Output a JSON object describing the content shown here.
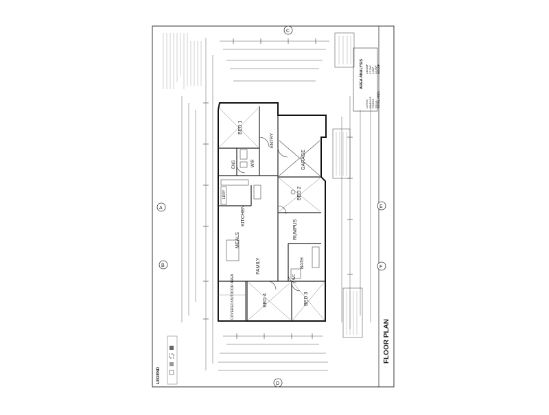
{
  "title_block": {
    "title": "FLOOR PLAN"
  },
  "legend": {
    "title": "LEGEND"
  },
  "area_analysis": {
    "title": "AREA ANALYSIS",
    "rows": [
      {
        "label": "LIVING",
        "value": "148.8M²"
      },
      {
        "label": "GARAGE",
        "value": "37.2M²"
      },
      {
        "label": "PORCH",
        "value": "1.8M²"
      },
      {
        "label": "O.D.A.",
        "value": "12.4M²"
      },
      {
        "label": "TOTAL AREA",
        "value": "200.2M²"
      }
    ]
  },
  "rooms": {
    "bed1": "BED 1",
    "ens": "ENS",
    "wir": "WIR",
    "entry": "ENTRY",
    "garage": "GARAGE",
    "kitchen": "KITCHEN",
    "meals": "MEALS",
    "family": "FAMILY",
    "bed2": "BED 2",
    "rumpus": "RUMPUS",
    "bath": "BATH",
    "bed3": "BED 3",
    "bed4": "BED 4",
    "outdoor": "COVERED OUTDOOR AREA",
    "ldry": "LDRY",
    "wc": "WC"
  },
  "grid_markers": [
    "A",
    "B",
    "C",
    "D",
    "E",
    "F"
  ]
}
